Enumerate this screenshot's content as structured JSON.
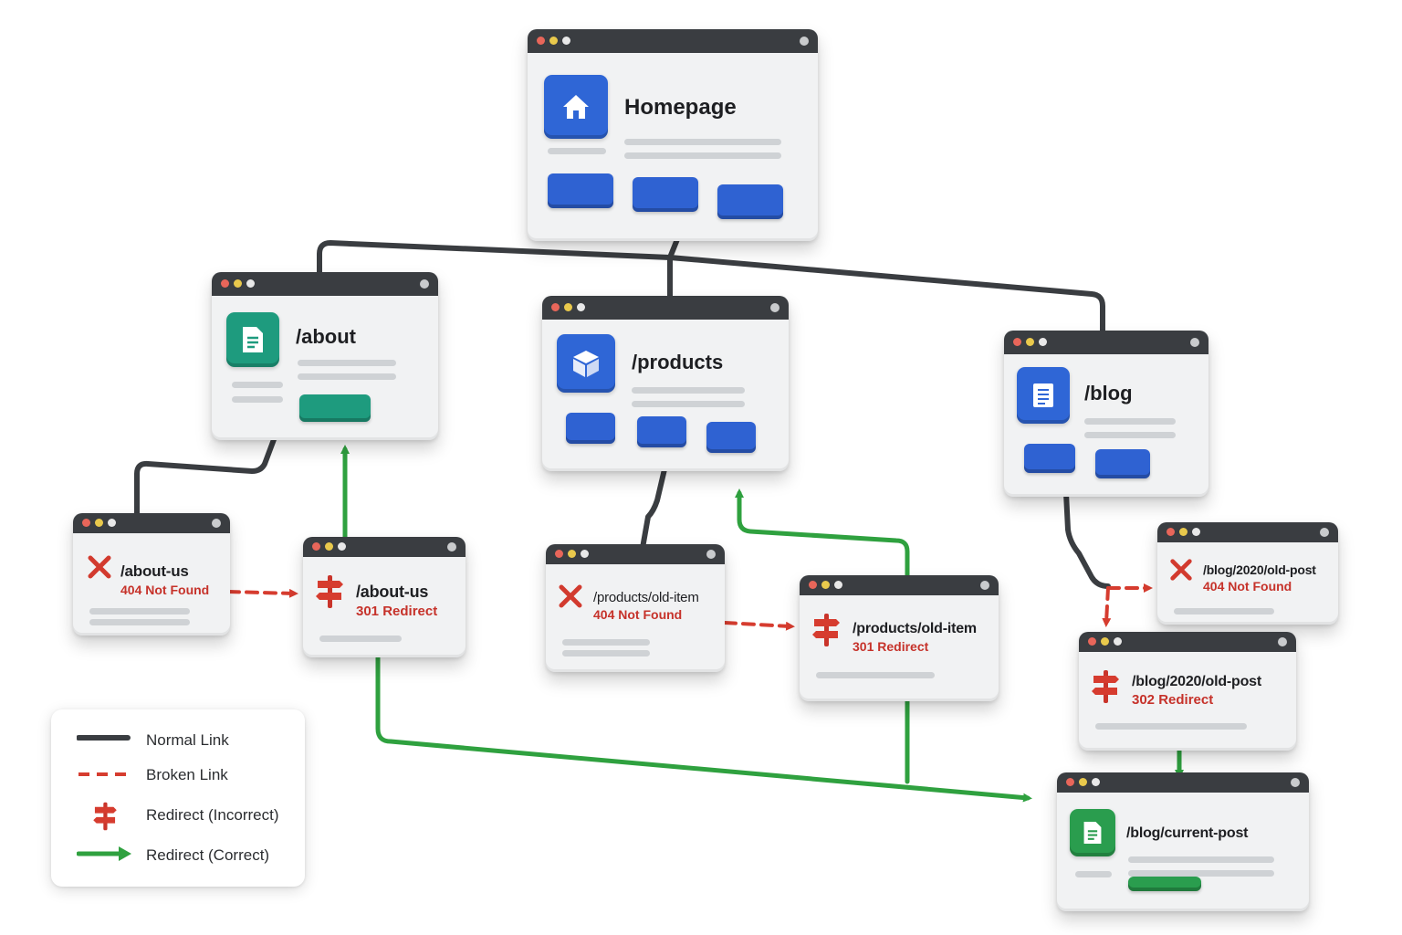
{
  "pages": {
    "homepage": {
      "title": "Homepage",
      "icon": "home-icon"
    },
    "about": {
      "title": "/about",
      "icon": "document-icon"
    },
    "products": {
      "title": "/products",
      "icon": "box-icon"
    },
    "blog": {
      "title": "/blog",
      "icon": "notepad-icon"
    },
    "about_us_broken": {
      "path": "/about-us",
      "status": "404 Not Found",
      "icon": "x-icon"
    },
    "about_us_redirect": {
      "path": "/about-us",
      "status": "301 Redirect",
      "icon": "signpost-icon"
    },
    "products_old_broken": {
      "path": "/products/old-item",
      "status": "404 Not Found",
      "icon": "x-icon"
    },
    "products_old_redirect": {
      "path": "/products/old-item",
      "status": "301 Redirect",
      "icon": "signpost-icon"
    },
    "blog_old_broken": {
      "path": "/blog/2020/old-post",
      "status": "404 Not Found",
      "icon": "x-icon"
    },
    "blog_old_redirect": {
      "path": "/blog/2020/old-post",
      "status": "302 Redirect",
      "icon": "signpost-icon"
    },
    "blog_current": {
      "path": "/blog/current-post",
      "icon": "document-icon"
    }
  },
  "legend": {
    "normal": "Normal Link",
    "broken": "Broken Link",
    "redirect_incorrect": "Redirect (Incorrect)",
    "redirect_correct": "Redirect (Correct)"
  },
  "colors": {
    "normal": "#3a3d41",
    "broken": "#d63c2f",
    "correct": "#2fa13f",
    "accent_blue": "#2f66d6",
    "accent_teal": "#1e9b7e"
  }
}
